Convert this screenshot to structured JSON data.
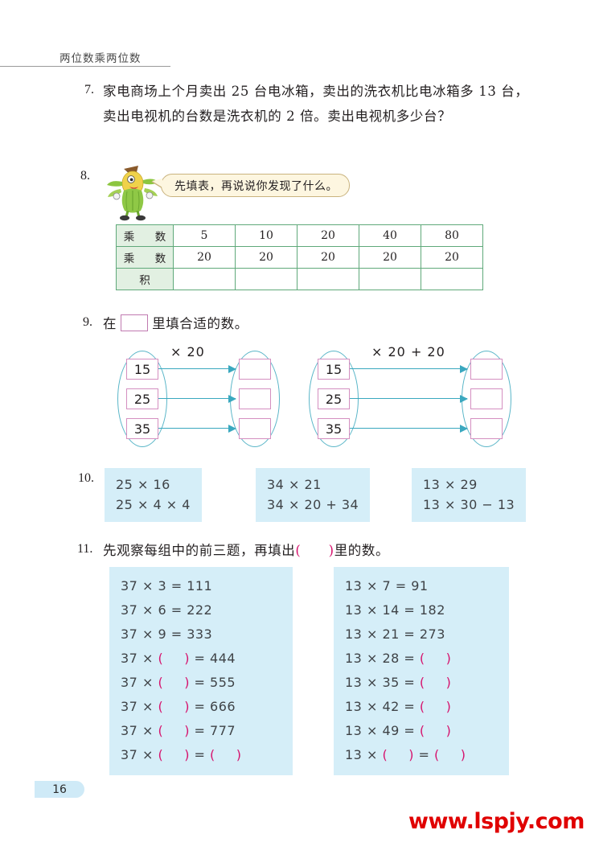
{
  "header": {
    "running_head": "两位数乘两位数"
  },
  "q7": {
    "number": "7.",
    "text": "家电商场上个月卖出 25 台电冰箱，卖出的洗衣机比电冰箱多 13 台，卖出电视机的台数是洗衣机的 2 倍。卖出电视机多少台？"
  },
  "q8": {
    "number": "8.",
    "bubble_text": "先填表，再说说你发现了什么。",
    "mascot": "corn-mascot",
    "table": {
      "row_labels": [
        "乘　数",
        "乘　数",
        "积"
      ],
      "rows": [
        [
          "5",
          "10",
          "20",
          "40",
          "80"
        ],
        [
          "20",
          "20",
          "20",
          "20",
          "20"
        ],
        [
          "",
          "",
          "",
          "",
          ""
        ]
      ]
    }
  },
  "q9": {
    "number": "9.",
    "text_before": "在",
    "text_after": "里填合适的数。",
    "diagrams": [
      {
        "operation": "× 20",
        "inputs": [
          "15",
          "25",
          "35"
        ],
        "outputs": [
          "",
          "",
          ""
        ]
      },
      {
        "operation": "× 20 + 20",
        "inputs": [
          "15",
          "25",
          "35"
        ],
        "outputs": [
          "",
          "",
          ""
        ]
      }
    ]
  },
  "q10": {
    "number": "10.",
    "groups": [
      {
        "line1": "25 × 16",
        "line2": "25 × 4 × 4"
      },
      {
        "line1": "34 × 21",
        "line2": "34 × 20 + 34"
      },
      {
        "line1": "13 × 29",
        "line2": "13 × 30 − 13"
      }
    ]
  },
  "q11": {
    "number": "11.",
    "text_part1": "先观察每组中的前三题，再填出",
    "text_paren": "(　　)",
    "text_part2": "里的数。",
    "groups": [
      {
        "lines": [
          "37 × 3 = 111",
          "37 × 6 = 222",
          "37 × 9 = 333",
          "37 × (　　) = 444",
          "37 × (　　) = 555",
          "37 × (　　) = 666",
          "37 × (　　) = 777",
          "37 × (　　) = (　　)"
        ]
      },
      {
        "lines": [
          "13 × 7 = 91",
          "13 × 14 = 182",
          "13 × 21 = 273",
          "13 × 28 = (　　)",
          "13 × 35 = (　　)",
          "13 × 42 = (　　)",
          "13 × 49 = (　　)",
          "13 × (　　) = (　　)"
        ]
      }
    ]
  },
  "footer": {
    "page_number": "16",
    "watermark": "www.lspjy.com"
  },
  "colors": {
    "table_border": "#5fa97a",
    "table_header_bg": "#e2f0e2",
    "blue_box_bg": "#d5eef8",
    "pink_accent": "#d6136d",
    "box_outline_pink": "#d48fc0",
    "arrow_teal": "#3aa8bf",
    "bubble_bg": "#fdf6e0",
    "watermark_red": "#e00000"
  }
}
